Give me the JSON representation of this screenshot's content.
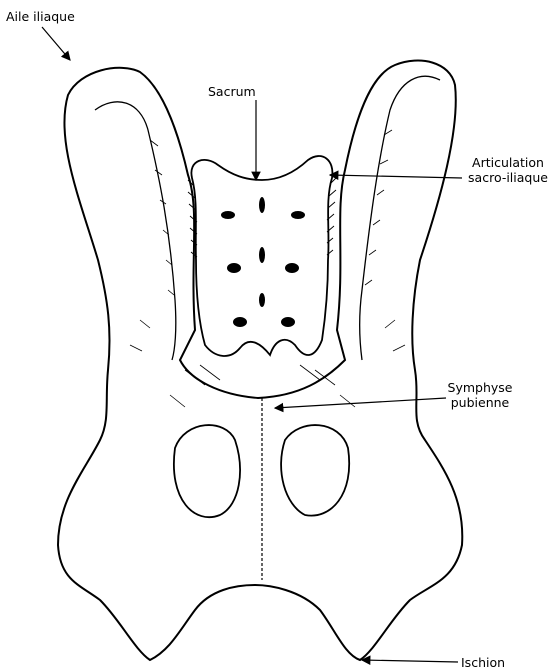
{
  "labels": {
    "aile_iliaque": "Aile iliaque",
    "sacrum": "Sacrum",
    "articulation_line1": "Articulation",
    "articulation_line2": "sacro-iliaque",
    "symphyse_line1": "Symphyse",
    "symphyse_line2": "pubienne",
    "ischion": "Ischion"
  },
  "colors": {
    "ink": "#000000",
    "bone": "#ffffff",
    "background": "#ffffff"
  }
}
